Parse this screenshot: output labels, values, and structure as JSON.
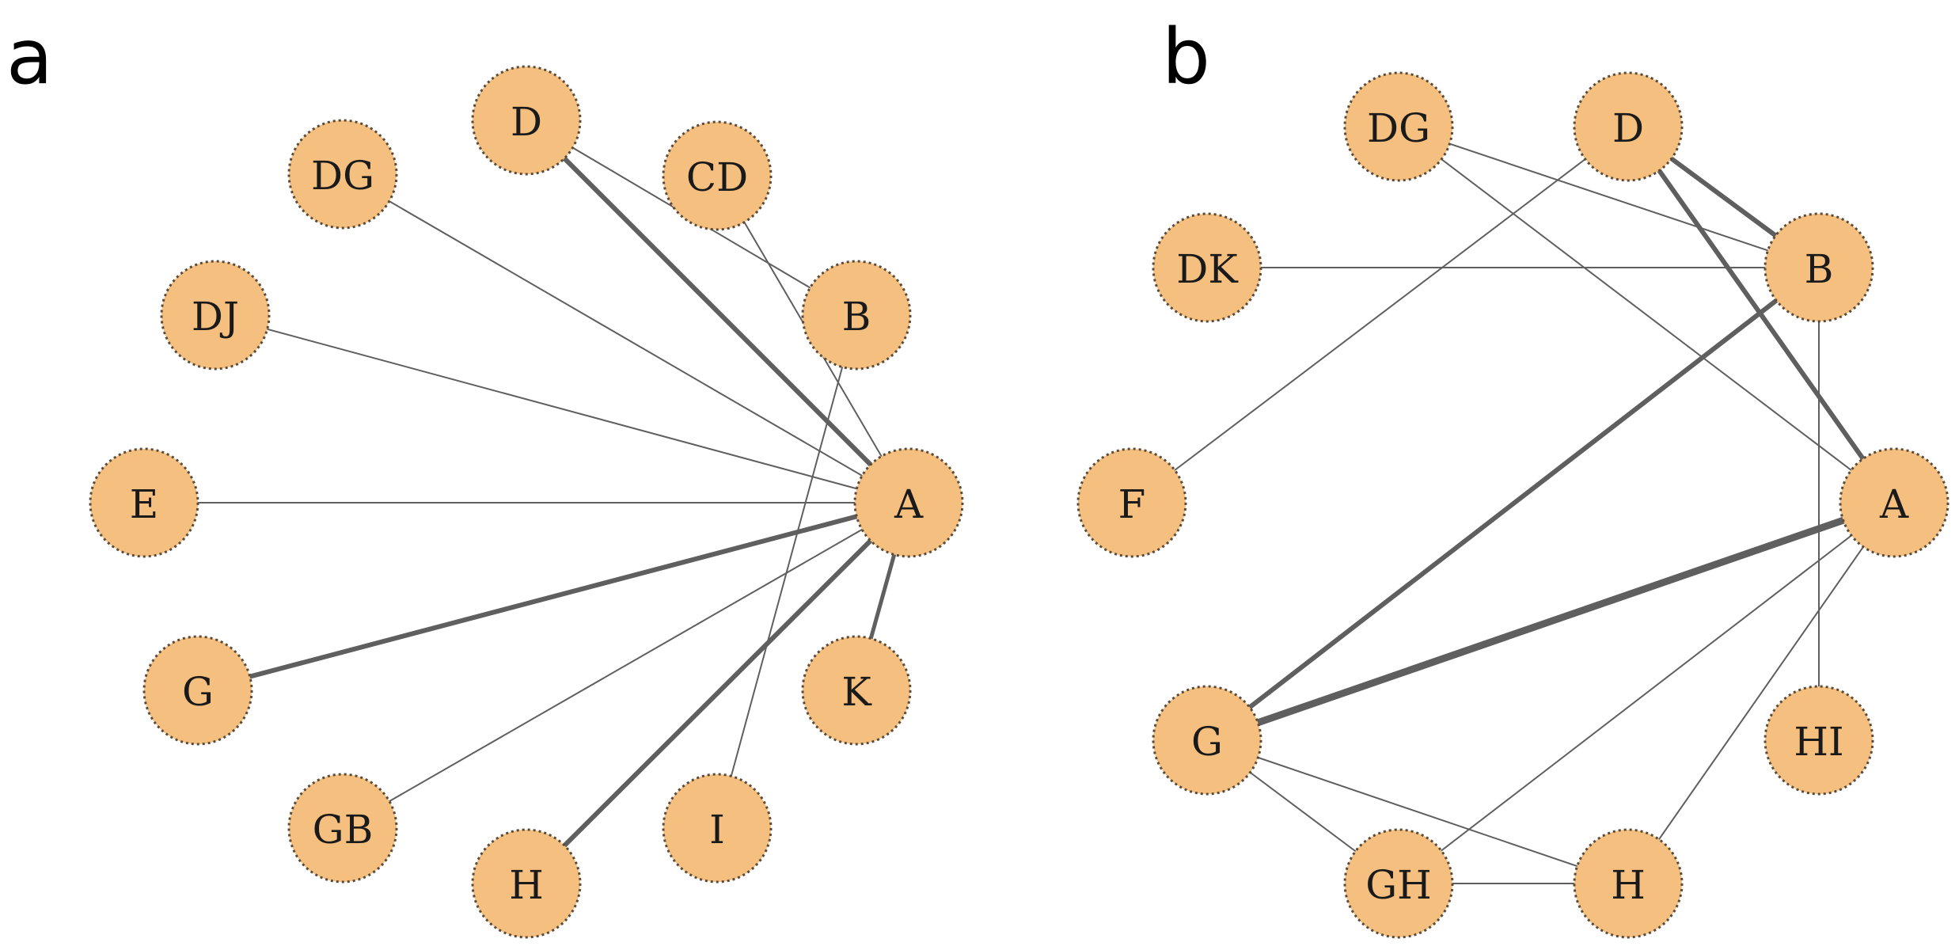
{
  "colors": {
    "node_fill": "#f5c07f",
    "node_stroke": "#5a4a3a",
    "edge": "#5f5f5f",
    "panel_label": "#000000"
  },
  "panels": [
    {
      "id": "a",
      "letter": "a",
      "nodes": [
        {
          "id": "D",
          "label": "D"
        },
        {
          "id": "CD",
          "label": "CD"
        },
        {
          "id": "DG",
          "label": "DG"
        },
        {
          "id": "B",
          "label": "B"
        },
        {
          "id": "DJ",
          "label": "DJ"
        },
        {
          "id": "E",
          "label": "E"
        },
        {
          "id": "A",
          "label": "A"
        },
        {
          "id": "G",
          "label": "G"
        },
        {
          "id": "K",
          "label": "K"
        },
        {
          "id": "GB",
          "label": "GB"
        },
        {
          "id": "I",
          "label": "I"
        },
        {
          "id": "H",
          "label": "H"
        }
      ],
      "edges": [
        {
          "source": "D",
          "target": "A",
          "weight": 3
        },
        {
          "source": "D",
          "target": "B",
          "weight": 1
        },
        {
          "source": "CD",
          "target": "A",
          "weight": 1
        },
        {
          "source": "DG",
          "target": "A",
          "weight": 1
        },
        {
          "source": "DJ",
          "target": "A",
          "weight": 1
        },
        {
          "source": "E",
          "target": "A",
          "weight": 1
        },
        {
          "source": "G",
          "target": "A",
          "weight": 3
        },
        {
          "source": "GB",
          "target": "A",
          "weight": 1
        },
        {
          "source": "H",
          "target": "A",
          "weight": 3
        },
        {
          "source": "K",
          "target": "A",
          "weight": 2.5
        },
        {
          "source": "I",
          "target": "B",
          "weight": 1
        }
      ]
    },
    {
      "id": "b",
      "letter": "b",
      "nodes": [
        {
          "id": "DG",
          "label": "DG"
        },
        {
          "id": "D",
          "label": "D"
        },
        {
          "id": "DK",
          "label": "DK"
        },
        {
          "id": "B",
          "label": "B"
        },
        {
          "id": "F",
          "label": "F"
        },
        {
          "id": "A",
          "label": "A"
        },
        {
          "id": "G",
          "label": "G"
        },
        {
          "id": "HI",
          "label": "HI"
        },
        {
          "id": "GH",
          "label": "GH"
        },
        {
          "id": "H",
          "label": "H"
        }
      ],
      "edges": [
        {
          "source": "DG",
          "target": "B",
          "weight": 1
        },
        {
          "source": "DG",
          "target": "A",
          "weight": 1
        },
        {
          "source": "D",
          "target": "B",
          "weight": 3
        },
        {
          "source": "D",
          "target": "A",
          "weight": 3
        },
        {
          "source": "D",
          "target": "F",
          "weight": 1
        },
        {
          "source": "DK",
          "target": "B",
          "weight": 1
        },
        {
          "source": "B",
          "target": "G",
          "weight": 3
        },
        {
          "source": "B",
          "target": "HI",
          "weight": 1
        },
        {
          "source": "A",
          "target": "G",
          "weight": 4.5
        },
        {
          "source": "A",
          "target": "GH",
          "weight": 1
        },
        {
          "source": "A",
          "target": "H",
          "weight": 1
        },
        {
          "source": "G",
          "target": "GH",
          "weight": 1
        },
        {
          "source": "G",
          "target": "H",
          "weight": 1
        },
        {
          "source": "GH",
          "target": "H",
          "weight": 1
        }
      ]
    }
  ]
}
